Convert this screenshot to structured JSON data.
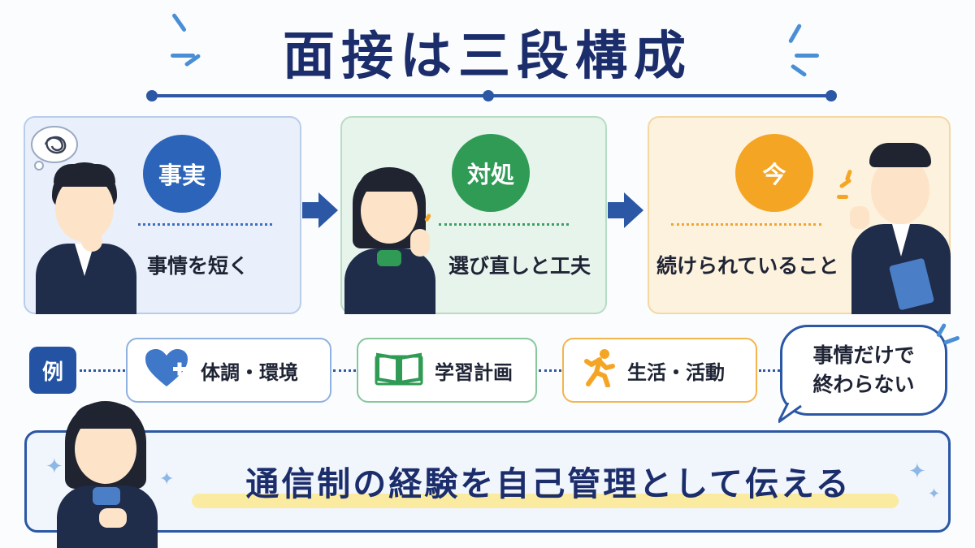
{
  "title": "面接は三段構成",
  "cards": [
    {
      "badge": "事実",
      "label": "事情を短く"
    },
    {
      "badge": "対処",
      "label": "選び直しと工夫"
    },
    {
      "badge": "今",
      "label": "続けられていること"
    }
  ],
  "examples": {
    "tag": "例",
    "items": [
      {
        "label": "体調・環境",
        "icon": "heart-plus-icon"
      },
      {
        "label": "学習計画",
        "icon": "open-book-icon"
      },
      {
        "label": "生活・活動",
        "icon": "running-person-icon"
      }
    ]
  },
  "bubble": {
    "line1": "事情だけで",
    "line2": "終わらない"
  },
  "banner": {
    "text": "通信制の経験を自己管理として伝える"
  },
  "colors": {
    "navy": "#1b2d6b",
    "blue": "#2b64b8",
    "green": "#2f9b55",
    "orange": "#f5a524"
  }
}
